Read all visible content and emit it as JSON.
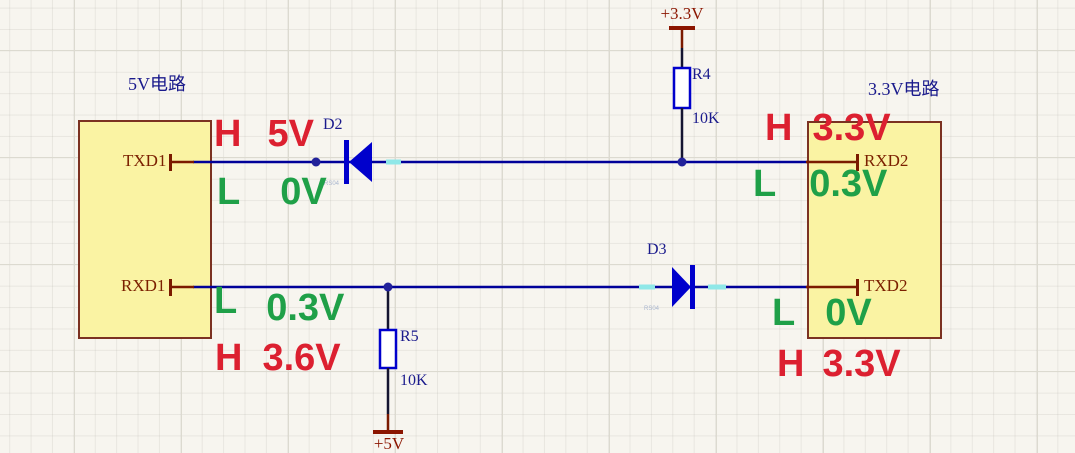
{
  "blocks": {
    "left": {
      "title": "5V电路"
    },
    "right": {
      "title": "3.3V电路"
    }
  },
  "pins": {
    "txd1": "TXD1",
    "rxd1": "RXD1",
    "rxd2": "RXD2",
    "txd2": "TXD2"
  },
  "power": {
    "top_rail": "+3.3V",
    "bottom_rail": "+5V"
  },
  "components": {
    "r4": {
      "ref": "R4",
      "value": "10K"
    },
    "r5": {
      "ref": "R5",
      "value": "10K"
    },
    "d2": {
      "ref": "D2",
      "part": "RS04"
    },
    "d3": {
      "ref": "D3",
      "part": "RS04"
    }
  },
  "annotations": {
    "txd1_high": {
      "level": "H",
      "voltage": "5V"
    },
    "txd1_low": {
      "level": "L",
      "voltage": "0V"
    },
    "rxd2_high": {
      "level": "H",
      "voltage": "3.3V"
    },
    "rxd2_low": {
      "level": "L",
      "voltage": "0.3V"
    },
    "rxd1_low": {
      "level": "L",
      "voltage": "0.3V"
    },
    "rxd1_high": {
      "level": "H",
      "voltage": "3.6V"
    },
    "txd2_low": {
      "level": "L",
      "voltage": "0V"
    },
    "txd2_high": {
      "level": "H",
      "voltage": "3.3V"
    }
  },
  "colors": {
    "high_state": "#DC2030",
    "low_state": "#1FA048",
    "wire": "#000099",
    "component_outline": "#0000CC",
    "power_pin": "#8B1500",
    "pin_text": "#7B2000",
    "designator_text": "#1A1A8C",
    "block_fill": "#FAF3A3",
    "block_border": "#7B3121",
    "net_highlight": "#8FE8E8",
    "background": "#F7F5EF"
  }
}
